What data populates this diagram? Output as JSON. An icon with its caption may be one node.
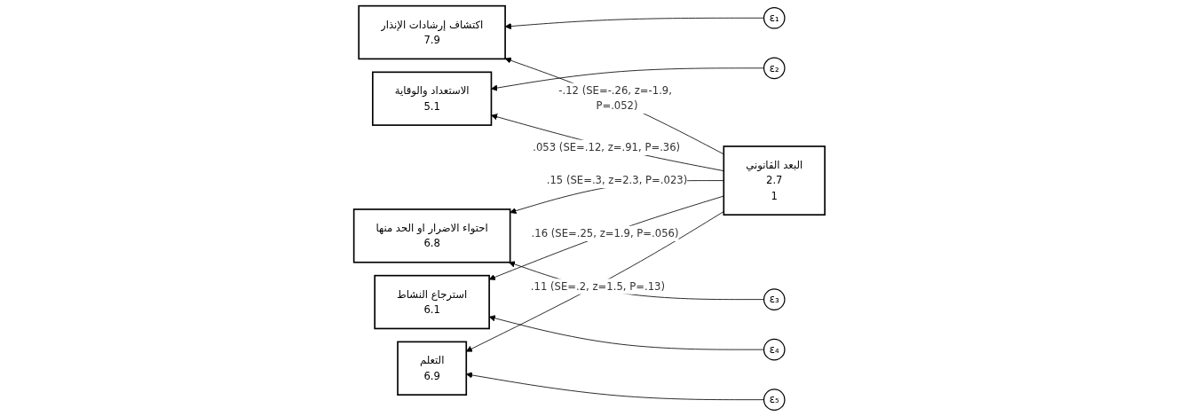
{
  "diagram": {
    "nodes": [
      {
        "text": [
          "ε₁"
        ]
      },
      {
        "text": [
          "اكتشاف إرشادات الإنذار",
          "7.9"
        ]
      },
      {
        "text": [
          "ε₂"
        ]
      },
      {
        "text": [
          "الاستعداد والوقاية",
          "5.1"
        ]
      },
      {
        "text": [
          "ε₃"
        ]
      },
      {
        "text": [
          "احتواء الاضرار او الحد منها",
          "6.8"
        ]
      },
      {
        "text": [
          "البعد القانوني",
          "2.7",
          "1"
        ]
      },
      {
        "text": [
          "ε₄"
        ]
      },
      {
        "text": [
          "استرجاع النشاط",
          "6.1"
        ]
      },
      {
        "text": [
          "ε₅"
        ]
      },
      {
        "text": [
          "التعلم",
          "6.9"
        ]
      }
    ],
    "edges": [
      {
        "from": 6,
        "to": 1,
        "arrow": "to",
        "label": "-.12 (SE=-.26, z=-1.9, P=.052)"
      },
      {
        "from": 6,
        "to": 3,
        "arrow": "to",
        "label": ".053 (SE=.12, z=.91, P=.36)"
      },
      {
        "from": 6,
        "to": 5,
        "arrow": "to",
        "label": ".15 (SE=.3, z=2.3, P=.023)"
      },
      {
        "from": 6,
        "to": 8,
        "arrow": "to",
        "label": ".16 (SE=.25, z=1.9, P=.056)"
      },
      {
        "from": 6,
        "to": 10,
        "arrow": "to",
        "label": ".11 (SE=.2, z=1.5, P=.13)"
      },
      {
        "from": 0,
        "to": 1,
        "arrow": "to"
      },
      {
        "from": 2,
        "to": 3,
        "arrow": "to"
      },
      {
        "from": 4,
        "to": 5,
        "arrow": "to"
      },
      {
        "from": 7,
        "to": 8,
        "arrow": "to"
      },
      {
        "from": 9,
        "to": 10,
        "arrow": "to"
      }
    ]
  }
}
